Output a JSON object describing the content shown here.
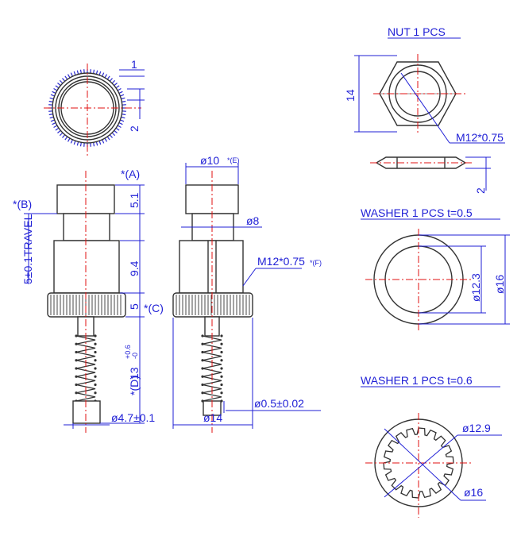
{
  "labels": {
    "nut_title": "NUT 1 PCS",
    "washer1_title": "WASHER 1 PCS t=0.5",
    "washer2_title": "WASHER 1 PCS t=0.6",
    "dim_1": "1",
    "dim_2_top": "2",
    "dim_14_nut": "14",
    "dim_m12_nut": "M12*0.75",
    "dim_2_nut": "2",
    "dim_d10": "ø10",
    "note_e": "*(E)",
    "note_a": "*(A)",
    "note_b": "*(B)",
    "note_c": "*(C)",
    "note_d": "*(D)",
    "note_f": "*(F)",
    "dim_5_1": "5.1",
    "dim_d8": "ø8",
    "dim_9_4": "9.4",
    "dim_5": "5",
    "dim_travel": "5±0.1TRAVEL",
    "dim_13": "13",
    "tol_13_up": "+0.6",
    "tol_13_low": "-0",
    "dim_m12": "M12*0.75",
    "dim_d47": "ø4.7±0.1",
    "dim_d14": "ø14",
    "dim_d05": "ø0.5±0.02",
    "dim_d123": "ø12.3",
    "dim_d16_w1": "ø16",
    "dim_d129": "ø12.9",
    "dim_d16_w2": "ø16"
  },
  "colors": {
    "dimension": "#1f1fd6",
    "centerline": "#e01010",
    "outline": "#333333"
  }
}
